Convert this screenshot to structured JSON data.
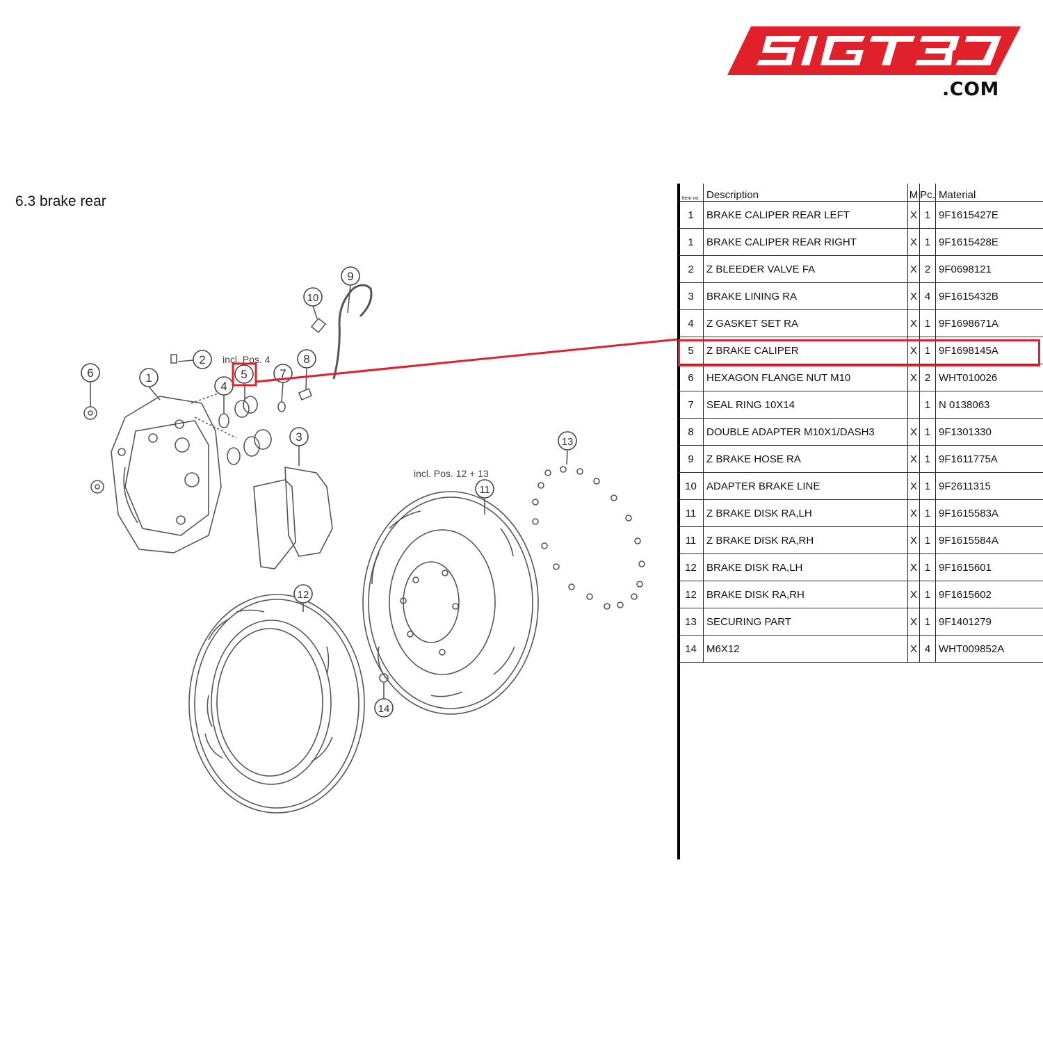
{
  "brand": {
    "logo_text": "51GT3",
    "domain_suffix": ".COM",
    "accent_color": "#e0202a"
  },
  "section": {
    "title": "6.3  brake rear"
  },
  "diagram": {
    "annotations": {
      "incl_pos_4": "incl. Pos. 4",
      "incl_pos_12_13": "incl. Pos. 12 + 13"
    },
    "callouts": [
      "1",
      "2",
      "3",
      "4",
      "5",
      "6",
      "7",
      "8",
      "9",
      "10",
      "11",
      "12",
      "13",
      "14"
    ],
    "highlighted_item": "5"
  },
  "table": {
    "headers": {
      "item": "Item no.",
      "description": "Description",
      "m": "M",
      "pc": "Pc.",
      "material": "Material"
    },
    "rows": [
      {
        "item": "1",
        "description": "BRAKE CALIPER REAR LEFT",
        "m": "X",
        "pc": "1",
        "material": "9F1615427E"
      },
      {
        "item": "1",
        "description": "BRAKE CALIPER REAR RIGHT",
        "m": "X",
        "pc": "1",
        "material": "9F1615428E"
      },
      {
        "item": "2",
        "description": "Z BLEEDER VALVE FA",
        "m": "X",
        "pc": "2",
        "material": "9F0698121"
      },
      {
        "item": "3",
        "description": "BRAKE LINING RA",
        "m": "X",
        "pc": "4",
        "material": "9F1615432B"
      },
      {
        "item": "4",
        "description": "Z GASKET SET RA",
        "m": "X",
        "pc": "1",
        "material": "9F1698671A"
      },
      {
        "item": "5",
        "description": "Z BRAKE CALIPER",
        "m": "X",
        "pc": "1",
        "material": "9F1698145A"
      },
      {
        "item": "6",
        "description": "HEXAGON FLANGE NUT M10",
        "m": "X",
        "pc": "2",
        "material": "WHT010026"
      },
      {
        "item": "7",
        "description": "SEAL RING 10X14",
        "m": "",
        "pc": "1",
        "material": "N 0138063"
      },
      {
        "item": "8",
        "description": "DOUBLE ADAPTER M10X1/DASH3",
        "m": "X",
        "pc": "1",
        "material": "9F1301330"
      },
      {
        "item": "9",
        "description": "Z BRAKE HOSE RA",
        "m": "X",
        "pc": "1",
        "material": "9F1611775A"
      },
      {
        "item": "10",
        "description": "ADAPTER BRAKE LINE",
        "m": "X",
        "pc": "1",
        "material": "9F2611315"
      },
      {
        "item": "11",
        "description": "Z BRAKE DISK RA,LH",
        "m": "X",
        "pc": "1",
        "material": "9F1615583A"
      },
      {
        "item": "11",
        "description": "Z BRAKE DISK RA,RH",
        "m": "X",
        "pc": "1",
        "material": "9F1615584A"
      },
      {
        "item": "12",
        "description": "BRAKE DISK RA,LH",
        "m": "X",
        "pc": "1",
        "material": "9F1615601"
      },
      {
        "item": "12",
        "description": "BRAKE DISK RA,RH",
        "m": "X",
        "pc": "1",
        "material": "9F1615602"
      },
      {
        "item": "13",
        "description": "SECURING PART",
        "m": "X",
        "pc": "1",
        "material": "9F1401279"
      },
      {
        "item": "14",
        "description": "M6X12",
        "m": "X",
        "pc": "4",
        "material": "WHT009852A"
      }
    ]
  }
}
